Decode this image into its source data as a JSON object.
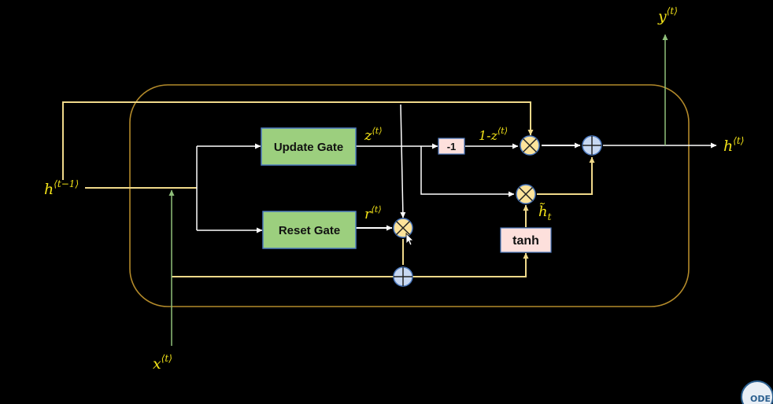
{
  "colors": {
    "background": "#000000",
    "cell_border": "#b38a2a",
    "wire_yellow": "#f0d98a",
    "wire_white": "#ffffff",
    "wire_green": "#8fbf7a",
    "gate_fill": "#9ccf7e",
    "box_fill": "#fde0dc",
    "multiply_fill": "#fde39b",
    "add_fill": "#c7d8f2",
    "label": "#f2e218"
  },
  "labels": {
    "h_prev_base": "h",
    "h_prev_sup": "⟨t−1⟩",
    "x_base": "x",
    "x_sup": "⟨t⟩",
    "y_base": "y",
    "y_sup": "⟨t⟩",
    "h_out_base": "h",
    "h_out_sup": "⟨t⟩",
    "z_base": "z",
    "z_sup": "⟨t⟩",
    "r_base": "r",
    "r_sup": "⟨t⟩",
    "one_minus_z_base": "1-z",
    "one_minus_z_sup": "⟨t⟩",
    "h_tilde_base": "h̃",
    "h_tilde_sub": "t"
  },
  "boxes": {
    "update_gate": "Update Gate",
    "reset_gate": "Reset Gate",
    "minus_one": "-1",
    "tanh": "tanh"
  },
  "operators": {
    "multiply": "×",
    "add": "+"
  },
  "icons": {
    "logo": "code-logo",
    "cursor": "mouse-pointer-icon"
  },
  "logo_text": "ODE"
}
